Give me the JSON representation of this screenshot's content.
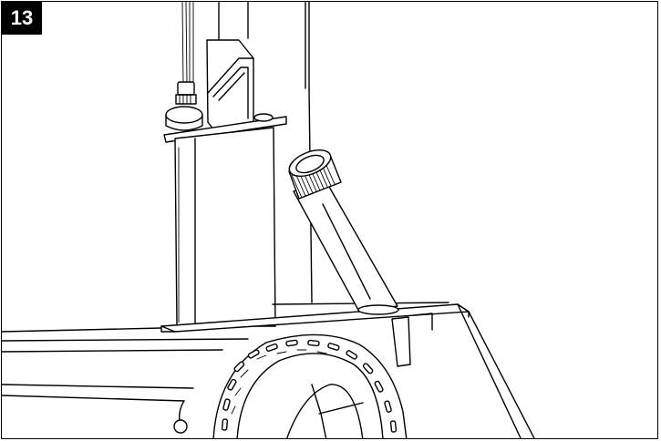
{
  "figure": {
    "step_number": "13",
    "colors": {
      "line": "#000000",
      "background": "#ffffff",
      "badge_bg": "#000000",
      "badge_text": "#ffffff"
    },
    "parts": [
      "mast",
      "cable-connector",
      "upper-bracket",
      "support-column",
      "angled-feed-tube",
      "knurled-cap",
      "base-plate",
      "side-flange",
      "wheel",
      "frame-rail"
    ]
  }
}
